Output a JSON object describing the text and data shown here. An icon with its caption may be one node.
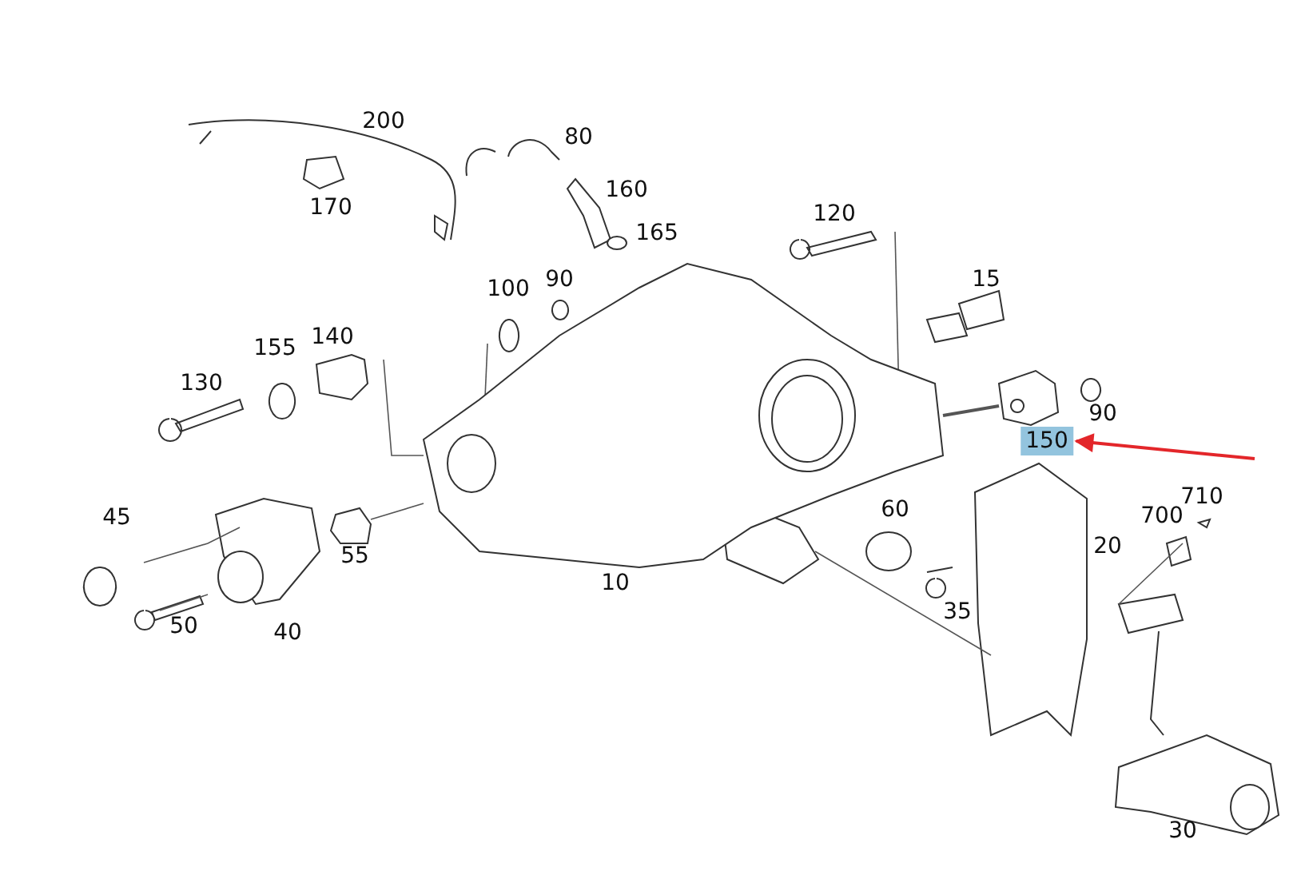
{
  "diagram": {
    "nodes": [
      {
        "text": [
          "150"
        ]
      },
      {
        "text": [],
        "shape": "picture",
        "beside": [
          "10"
        ]
      },
      {
        "text": [],
        "shape": "picture"
      }
    ],
    "edges": [
      {
        "from": null,
        "to": 0,
        "arrow": "to",
        "color": "#e3262a"
      },
      {
        "from": 2,
        "to": 1,
        "arrow": "none",
        "color": "#555555"
      }
    ],
    "labels": [
      "200",
      "80",
      "170",
      "160",
      "120",
      "165",
      "15",
      "100",
      "90",
      "155",
      "140",
      "130",
      "90",
      "45",
      "60",
      "710",
      "700",
      "20",
      "55",
      "35",
      "50",
      "40",
      "30"
    ]
  }
}
